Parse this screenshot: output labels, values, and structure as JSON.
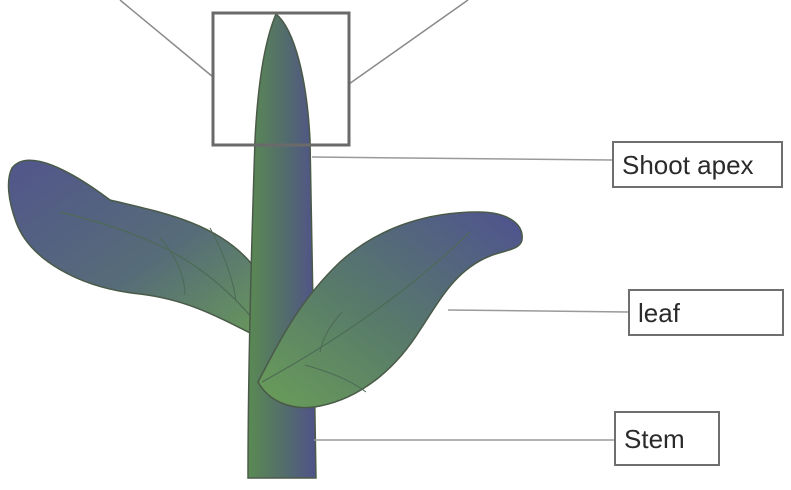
{
  "labels": {
    "shoot_apex": "Shoot apex",
    "leaf": "leaf",
    "stem": "Stem"
  },
  "colors": {
    "plant_dark": "#4f5384",
    "plant_light": "#5b8a52",
    "outline": "#4a5a48",
    "callout_line": "#9a9a9a",
    "box_border": "#6f6f6f"
  }
}
